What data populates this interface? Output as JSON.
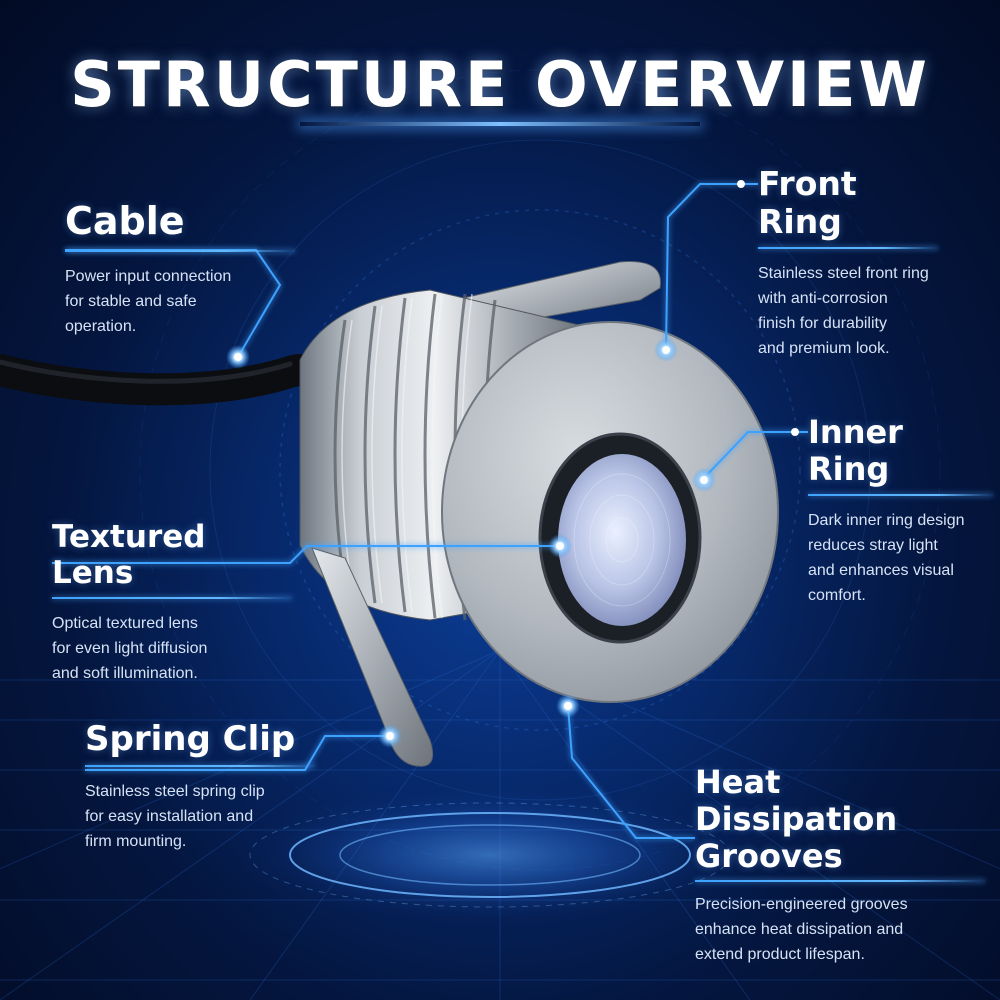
{
  "title": "STRUCTURE OVERVIEW",
  "colors": {
    "accent": "#3da2ff",
    "background": "#04163f",
    "text": "#ffffff",
    "description": "#d6e2f5"
  },
  "callouts": {
    "cable": {
      "heading": "Cable",
      "description": "Power input connection\nfor stable and safe\noperation."
    },
    "textured_lens": {
      "heading": "Textured Lens",
      "description": "Optical textured lens\nfor even light diffusion\nand soft illumination."
    },
    "spring_clip": {
      "heading": "Spring Clip",
      "description": "Stainless steel spring clip\nfor easy installation and\nfirm mounting."
    },
    "front_ring": {
      "heading": "Front Ring",
      "description": "Stainless steel front ring\nwith anti-corrosion\nfinish for durability\nand premium look."
    },
    "inner_ring": {
      "heading": "Inner Ring",
      "description": "Dark inner ring design\nreduces stray light\nand enhances visual\ncomfort."
    },
    "heat_dissipation": {
      "heading": "Heat Dissipation\nGrooves",
      "description": "Precision-engineered grooves\nenhance heat dissipation and\nextend product lifespan."
    }
  }
}
